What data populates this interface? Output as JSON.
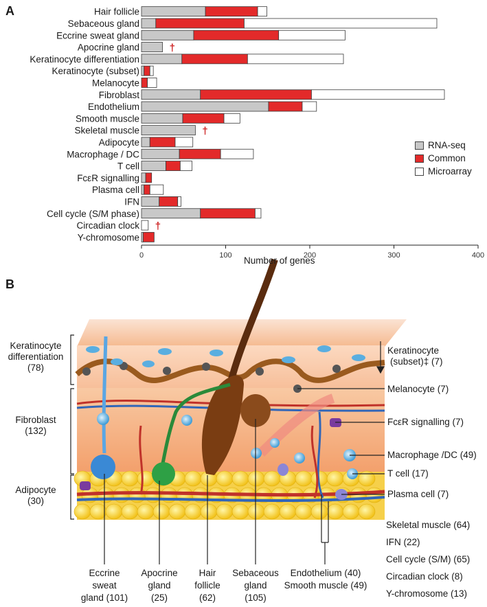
{
  "panel_a": {
    "letter": "A"
  },
  "panel_b": {
    "letter": "B"
  },
  "colors": {
    "rnaseq": "#c8c8c8",
    "common": "#e32a2a",
    "microarray": "#ffffff",
    "dagger": "#cc1f1f"
  },
  "chart_data": {
    "type": "bar",
    "orientation": "horizontal",
    "stacked": true,
    "xlabel": "Number of genes",
    "xlim": [
      0,
      400
    ],
    "xticks": [
      "0",
      "100",
      "200",
      "300",
      "400"
    ],
    "categories": [
      "Hair follicle",
      "Sebaceous gland",
      "Eccrine sweat gland",
      "Apocrine gland",
      "Keratinocyte differentiation",
      "Keratinocyte (subset)",
      "Melanocyte",
      "Fibroblast",
      "Endothelium",
      "Smooth muscle",
      "Skeletal muscle",
      "Adipocyte",
      "Macrophage / DC",
      "T cell",
      "FcεR signalling",
      "Plasma cell",
      "IFN",
      "Cell cycle (S/M phase)",
      "Circadian clock",
      "Y-chromosome"
    ],
    "series": [
      {
        "name": "RNA-seq",
        "values": [
          76,
          17,
          62,
          25,
          48,
          3,
          0,
          70,
          151,
          49,
          64,
          10,
          45,
          29,
          5,
          3,
          21,
          70,
          0,
          2
        ]
      },
      {
        "name": "Common",
        "values": [
          62,
          105,
          101,
          0,
          78,
          7,
          7,
          132,
          40,
          49,
          0,
          30,
          49,
          17,
          7,
          7,
          22,
          65,
          0,
          13
        ]
      },
      {
        "name": "Microarray",
        "values": [
          11,
          229,
          79,
          0,
          114,
          4,
          11,
          158,
          17,
          19,
          0,
          21,
          39,
          14,
          0,
          16,
          4,
          7,
          8,
          0
        ]
      }
    ],
    "daggers": [
      "Apocrine gland",
      "Skeletal muscle",
      "Circadian clock"
    ],
    "dagger_symbol": "†",
    "legend_position": "right"
  },
  "diagram": {
    "left_labels": [
      {
        "lines": [
          "Keratinocyte",
          "differentiation",
          "(78)"
        ]
      },
      {
        "lines": [
          "Fibroblast",
          "(132)"
        ]
      },
      {
        "lines": [
          "Adipocyte",
          "(30)"
        ]
      }
    ],
    "right_labels": {
      "keratinocyte": [
        "Keratinocyte",
        "(subset)‡ (7)"
      ],
      "melanocyte": "Melanocyte (7)",
      "fcer": "FcεR signalling (7)",
      "macrophage": "Macrophage /DC (49)",
      "tcell": "T cell (17)",
      "plasma": "Plasma cell (7)",
      "list": [
        "Skeletal muscle (64)",
        "IFN (22)",
        "Cell cycle (S/M) (65)",
        "Circadian clock (8)",
        "Y-chromosome (13)"
      ]
    },
    "bottom_labels": [
      {
        "lines": [
          "Eccrine",
          "sweat",
          "gland (101)"
        ]
      },
      {
        "lines": [
          "Apocrine",
          "gland",
          "(25)"
        ]
      },
      {
        "lines": [
          "Hair",
          "follicle",
          "(62)"
        ]
      },
      {
        "lines": [
          "Sebaceous",
          "gland",
          "(105)"
        ]
      },
      {
        "lines": [
          "Endothelium (40)",
          "Smooth muscle (49)"
        ]
      }
    ]
  }
}
